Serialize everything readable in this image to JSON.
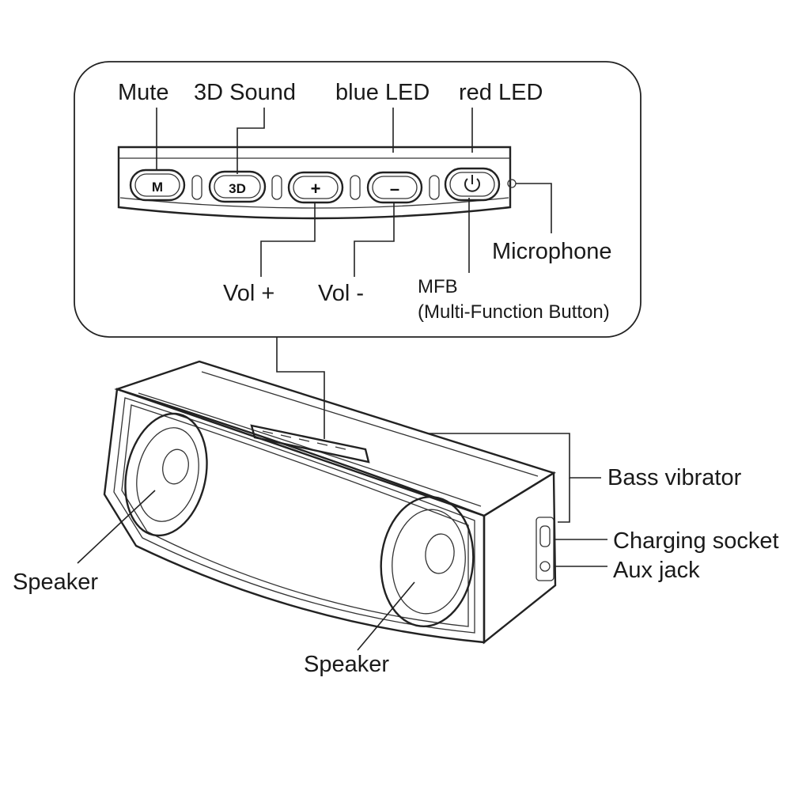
{
  "callout": {
    "top_labels": {
      "mute": "Mute",
      "sound_3d": "3D Sound",
      "blue_led": "blue LED",
      "red_led": "red LED"
    },
    "buttons": {
      "mute": "M",
      "sound_3d": "3D",
      "vol_up": "+",
      "vol_down": "–"
    },
    "bottom_labels": {
      "vol_up": "Vol +",
      "vol_down": "Vol -",
      "mfb_line1": "MFB",
      "mfb_line2": "(Multi-Function Button)",
      "microphone": "Microphone"
    }
  },
  "speaker_labels": {
    "bass_vibrator": "Bass vibrator",
    "charging_socket": "Charging socket",
    "aux_jack": "Aux jack",
    "speaker_left": "Speaker",
    "speaker_right": "Speaker"
  },
  "colors": {
    "line": "#222222",
    "background": "#ffffff",
    "text": "#1a1a1a"
  },
  "icons": {
    "mfb": "power-icon"
  }
}
